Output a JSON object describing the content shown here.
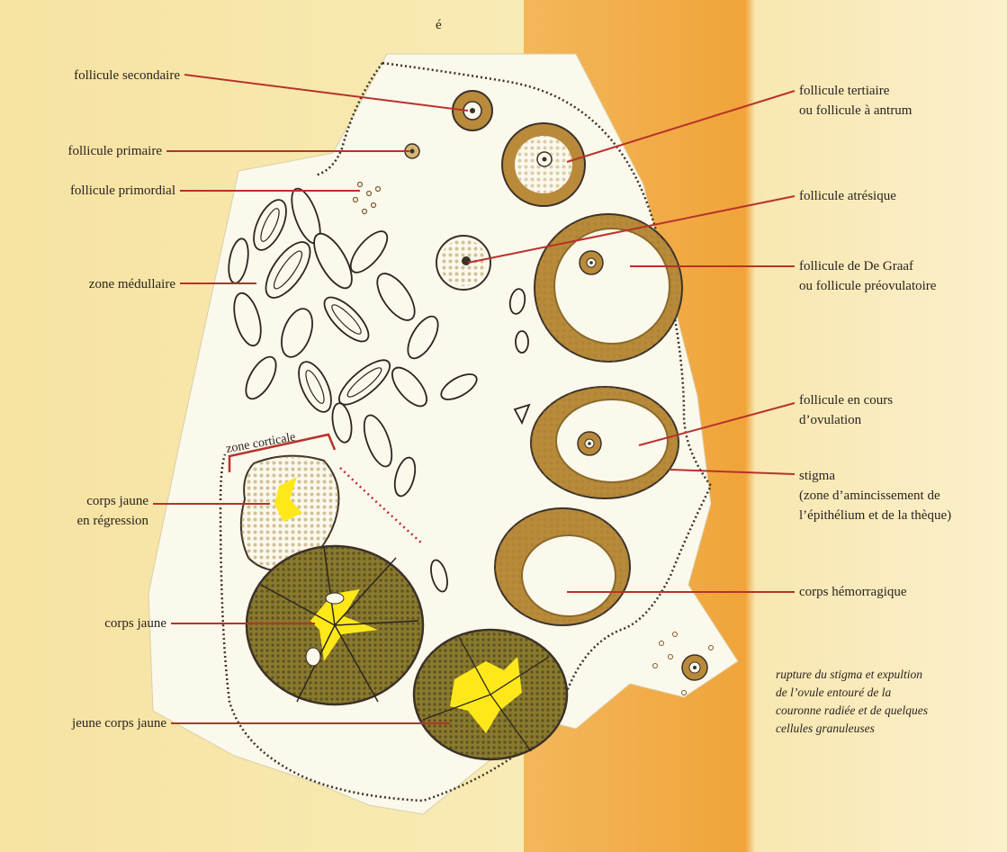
{
  "labels_left": [
    {
      "id": "secondaire",
      "text": "follicule secondaire"
    },
    {
      "id": "primaire",
      "text": "follicule primaire"
    },
    {
      "id": "primordial",
      "text": "follicule primordial"
    },
    {
      "id": "medullaire",
      "text": "zone médullaire"
    },
    {
      "id": "corps_regression_1",
      "text": "corps jaune"
    },
    {
      "id": "corps_regression_2",
      "text": "en régression"
    },
    {
      "id": "corps_jaune",
      "text": "corps jaune"
    },
    {
      "id": "jeune_corps",
      "text": "jeune corps jaune"
    }
  ],
  "labels_right": [
    {
      "id": "tertiaire_1",
      "text": "follicule tertiaire"
    },
    {
      "id": "tertiaire_2",
      "text": "ou follicule à antrum"
    },
    {
      "id": "atresique",
      "text": "follicule atrésique"
    },
    {
      "id": "degraaf_1",
      "text": "follicule de De Graaf"
    },
    {
      "id": "degraaf_2",
      "text": "ou follicule préovulatoire"
    },
    {
      "id": "ovulation_1",
      "text": "follicule en cours"
    },
    {
      "id": "ovulation_2",
      "text": "d’ovulation"
    },
    {
      "id": "stigma_1",
      "text": "stigma"
    },
    {
      "id": "stigma_2",
      "text": "(zone d’amincissement de"
    },
    {
      "id": "stigma_3",
      "text": "l’épithélium et de la thèque)"
    },
    {
      "id": "hemorragique",
      "text": "corps hémorragique"
    }
  ],
  "zone_corticale": "zone corticale",
  "top_mark": "é",
  "caption": [
    "rupture du stigma et expultion",
    "de l’ovule entouré de la",
    "couronne radiée et de quelques",
    "cellules granuleuses"
  ],
  "colors": {
    "leader": "#b8322a",
    "outline": "#3b3128",
    "ovary_fill": "#fbf8ec",
    "granulosa": "#b88a3a",
    "corpus_fill": "#8c7a2a",
    "yellow": "#ffe81a"
  }
}
